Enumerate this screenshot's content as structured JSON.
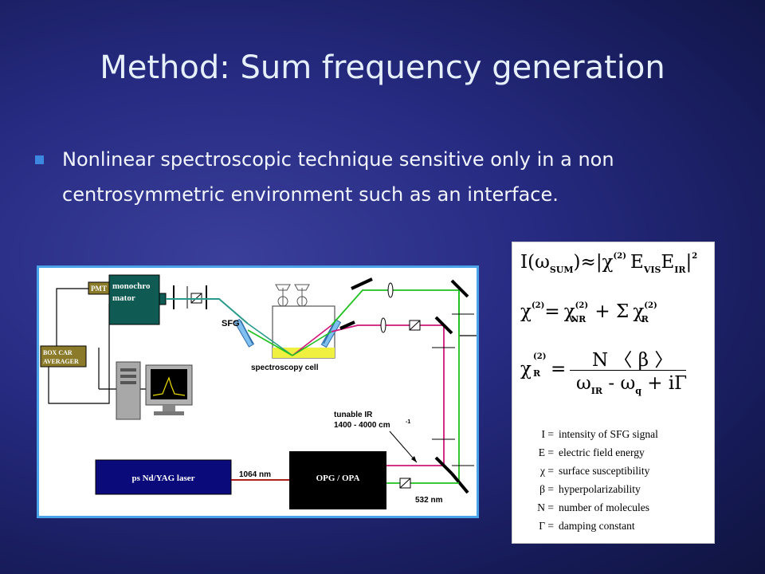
{
  "title": "Method: Sum frequency generation",
  "bullets": [
    "Nonlinear spectroscopic technique sensitive only in a non centrosymmetric environment such as an interface."
  ],
  "setup": {
    "pmt": "PMT",
    "monochromator": [
      "monochro",
      "mator"
    ],
    "boxcar": [
      "BOX CAR",
      "AVERAGER"
    ],
    "sfg": "SFG",
    "cell": "spectroscopy cell",
    "tunable": [
      "tunable IR",
      "1400 - 4000 cm"
    ],
    "tunable_exp": "-1",
    "laser": "ps Nd/YAG laser",
    "nm1064": "1064 nm",
    "opg": "OPG / OPA",
    "nm532": "532 nm"
  },
  "equations": {
    "eq1": {
      "I": "I",
      "arg": "(ω",
      "arg_sub": "SUM",
      "close": ")",
      "approx": "≈",
      "chi": "|χ",
      "sup": "(2)",
      "e_vis": "E",
      "vis_sub": "VIS",
      "e_ir": "E",
      "ir_sub": "IR",
      "bar": "|",
      "pow": "2"
    },
    "eq2": {
      "chi": "χ",
      "sup": "(2)",
      "eq": "=",
      "chi_nr": "χ",
      "nr_sup": "(2)",
      "nr_sub": "NR",
      "plus": "+ Σ",
      "chi_r": "χ",
      "r_sup": "(2)",
      "r_sub": "R"
    },
    "eq3": {
      "chi": "χ",
      "sup": "(2)",
      "sub": "R",
      "eq": "=",
      "num": "N 〈 β 〉",
      "den_w": "ω",
      "den_ir": "IR",
      "den_minus": " - ω",
      "den_q": "q",
      "den_rest": " + iΓ"
    }
  },
  "definitions": [
    {
      "symbol": "I =",
      "text": "intensity of SFG signal"
    },
    {
      "symbol": "E =",
      "text": "electric field energy"
    },
    {
      "symbol": "χ =",
      "text": "surface susceptibility"
    },
    {
      "symbol": "β =",
      "text": "hyperpolarizability"
    },
    {
      "symbol": "N =",
      "text": "number of molecules"
    },
    {
      "symbol": "Γ =",
      "text": "damping constant"
    }
  ],
  "colors": {
    "green": "#20c020",
    "magenta": "#d0157a",
    "teal": "#2a9a8a",
    "darkred": "#a00000",
    "navy": "#0a0a7a",
    "teal_box": "#0f5a52",
    "olive_box": "#8a7a2a"
  }
}
